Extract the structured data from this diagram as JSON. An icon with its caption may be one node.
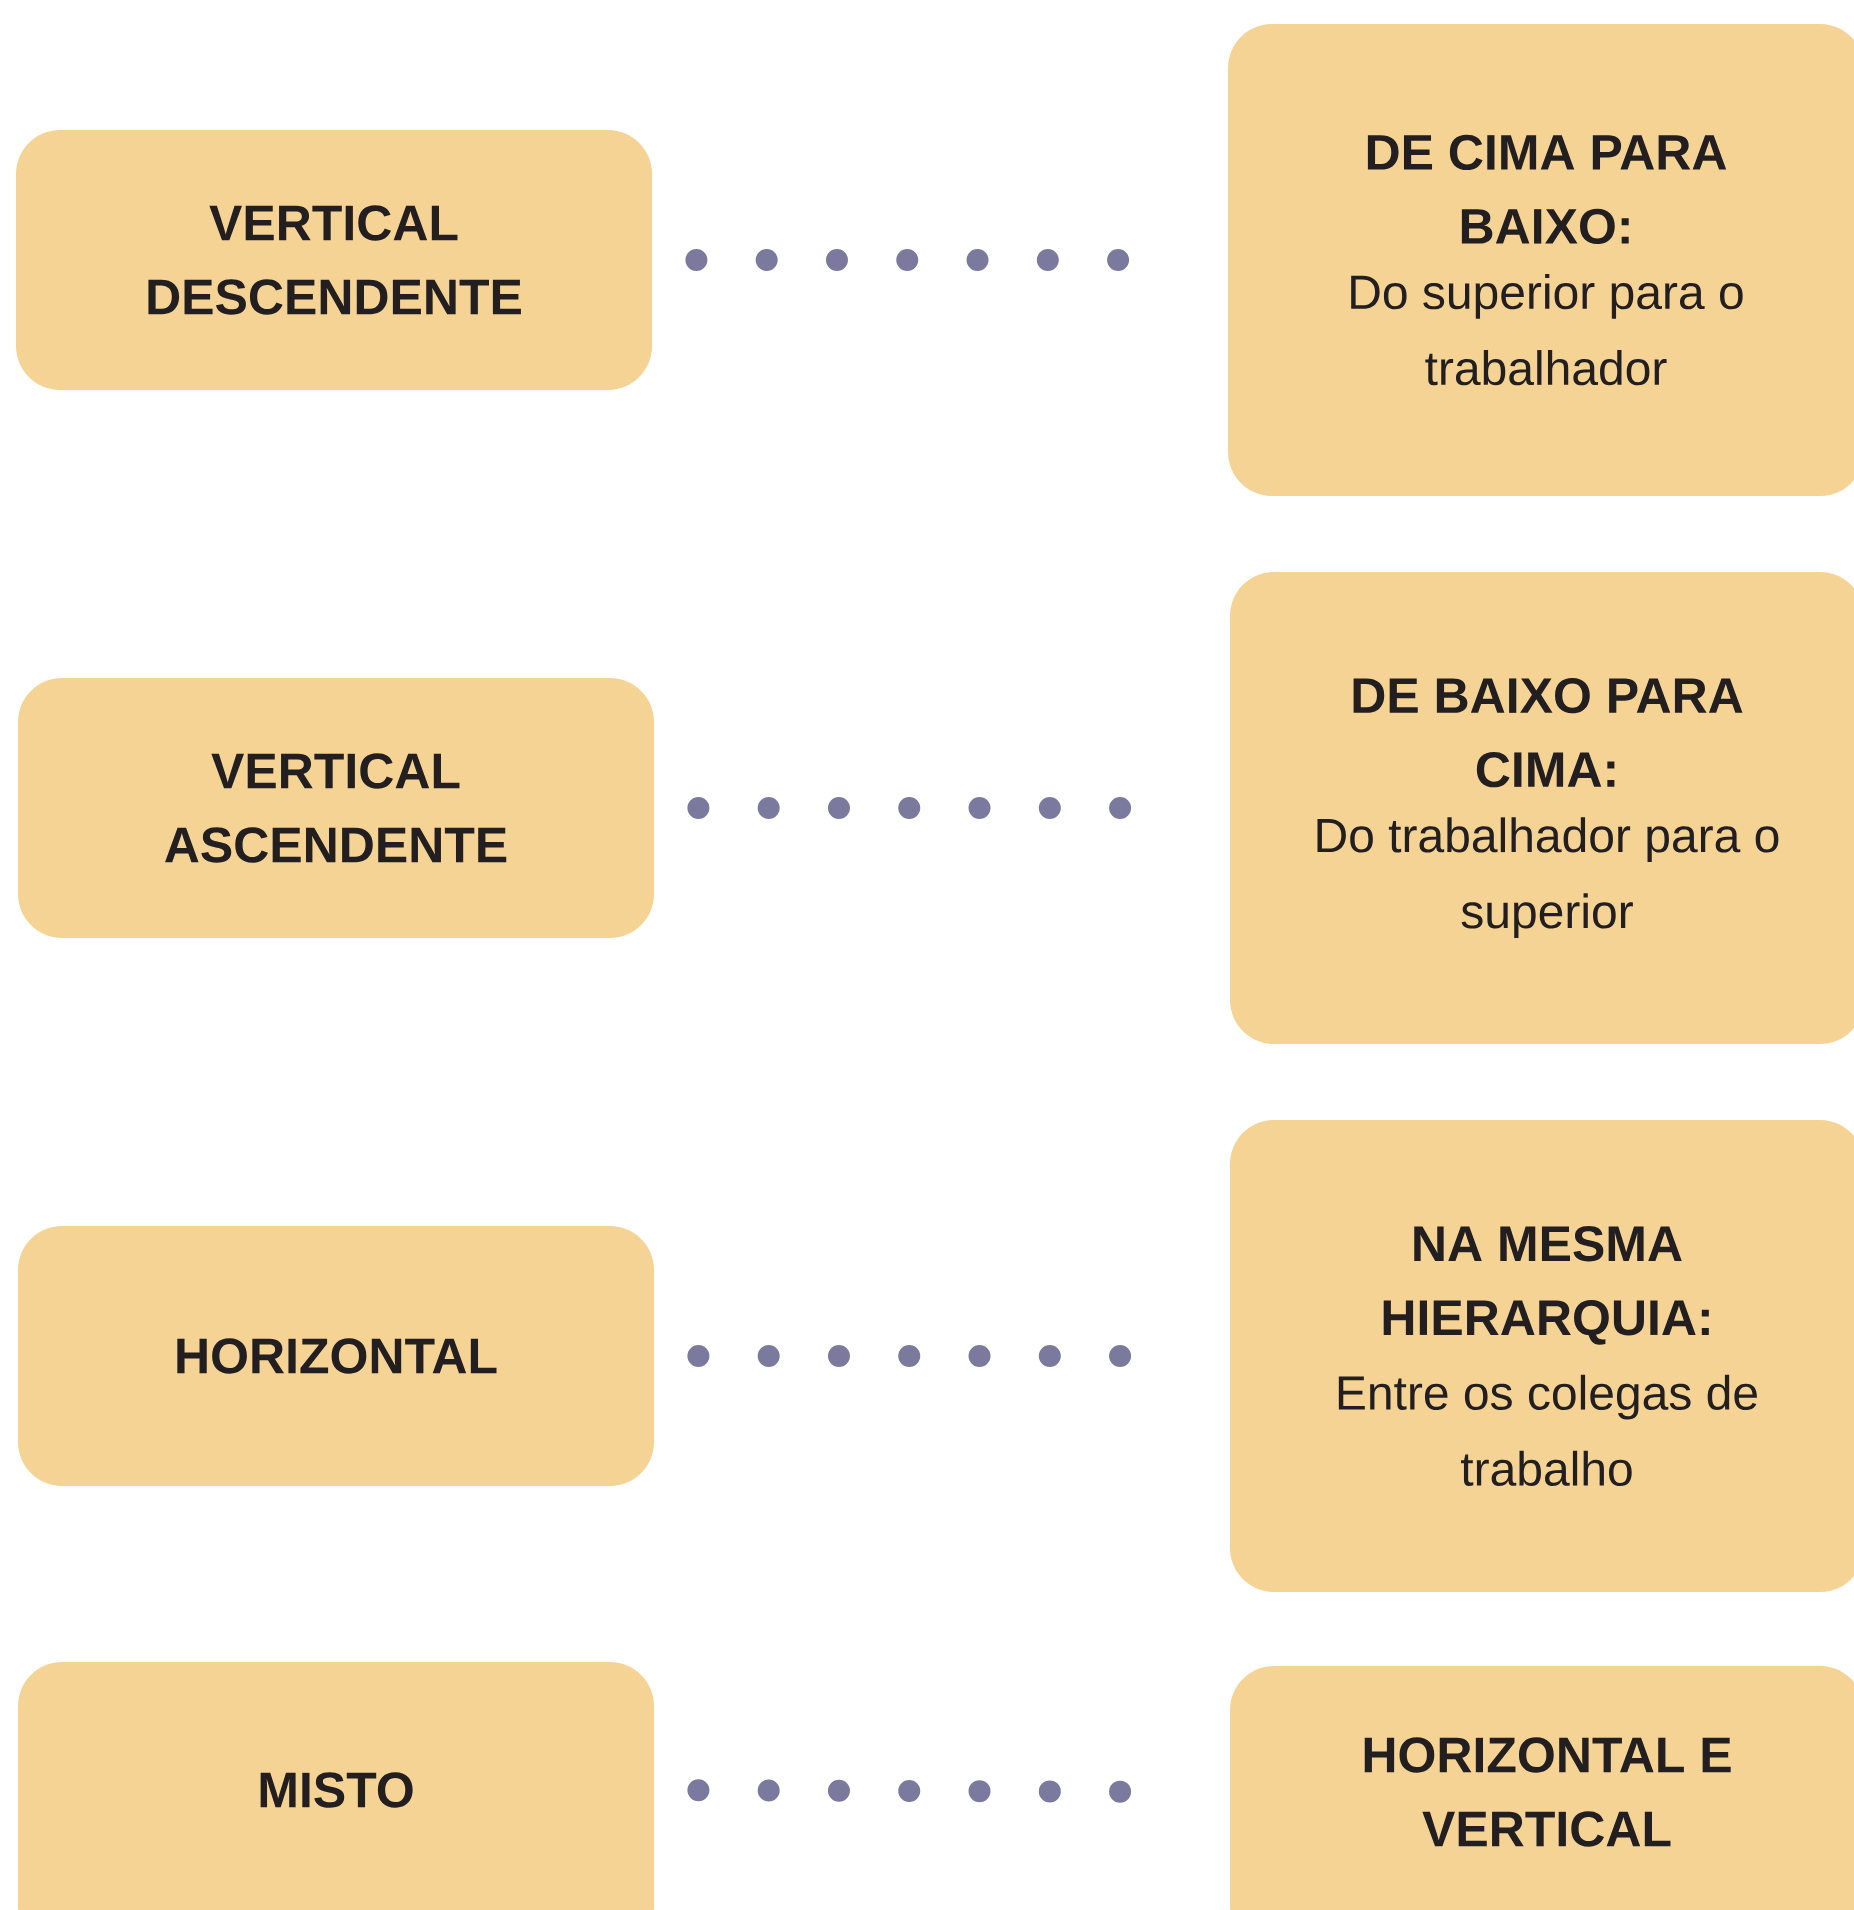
{
  "diagram": {
    "nodes": [
      {
        "text": [
          "VERTICAL DESCENDENTE"
        ]
      },
      {
        "text": [
          "DE CIMA PARA BAIXO:",
          "Do superior para o trabalhador"
        ]
      },
      {
        "text": [
          "VERTICAL ASCENDENTE"
        ]
      },
      {
        "text": [
          "DE BAIXO PARA CIMA:",
          "Do trabalhador para o superior"
        ]
      },
      {
        "text": [
          "HORIZONTAL"
        ]
      },
      {
        "text": [
          "NA MESMA HIERARQUIA:",
          "Entre os colegas de trabalho"
        ]
      },
      {
        "text": [
          "MISTO"
        ]
      },
      {
        "text": [
          "HORIZONTAL E VERTICAL"
        ]
      }
    ],
    "edges": [
      {
        "from": 0,
        "to": 1,
        "arrow": "none"
      },
      {
        "from": 2,
        "to": 3,
        "arrow": "none"
      },
      {
        "from": 4,
        "to": 5,
        "arrow": "none"
      },
      {
        "from": 6,
        "to": 7,
        "arrow": "none"
      }
    ]
  }
}
